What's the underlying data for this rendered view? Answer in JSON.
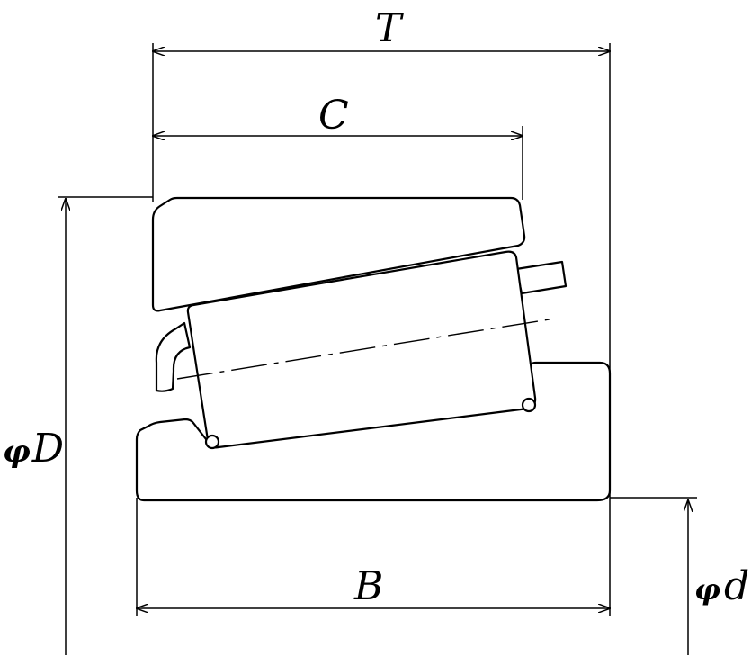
{
  "dimensions": {
    "T": "T",
    "C": "C",
    "B": "B",
    "D_prefix": "φ",
    "D_letter": "D",
    "d_prefix": "φ",
    "d_letter": "d"
  }
}
